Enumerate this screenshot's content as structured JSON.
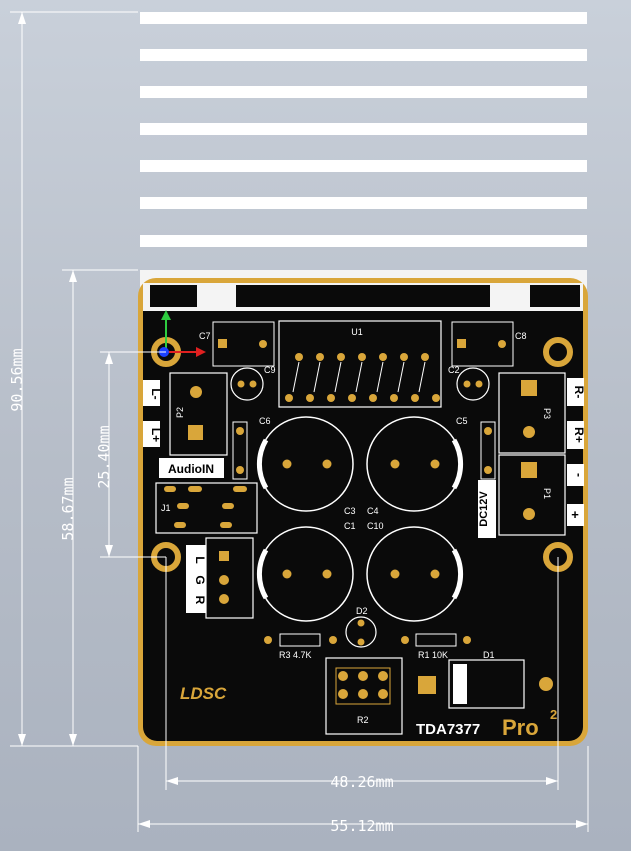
{
  "dimensions": {
    "total_height": "90.56mm",
    "board_height": "58.67mm",
    "audio_in_height": "25.40mm",
    "hole_spacing": "48.26mm",
    "board_width": "55.12mm"
  },
  "labels": {
    "u1": "U1",
    "c7": "C7",
    "c8": "C8",
    "c9": "C9",
    "c2": "C2",
    "c6": "C6",
    "c5": "C5",
    "c3": "C3",
    "c4": "C4",
    "c1": "C1",
    "c10": "C10",
    "p2": "P2",
    "p3": "P3",
    "p1": "P1",
    "j1": "J1",
    "d2": "D2",
    "d1": "D1",
    "r2": "R2",
    "r3": "R3 4.7K",
    "r1": "R1  10K",
    "l_minus": "L-",
    "l_plus": "L+",
    "r_minus": "R-",
    "r_plus": "R+",
    "minus": "-",
    "plus": "+",
    "audio_in": "AudioIN",
    "dc12v": "DC12V",
    "lgr_l": "L",
    "lgr_g": "G",
    "lgr_r": "R",
    "logo": "LDSC",
    "model": "TDA7377",
    "model_suffix": "Pro",
    "model_sup": "2"
  },
  "colors": {
    "board": "#0a0a0a",
    "gold": "#d9a63a",
    "silk": "#ffffff",
    "fins": "#ffffff",
    "background": "#bcc3ce"
  }
}
